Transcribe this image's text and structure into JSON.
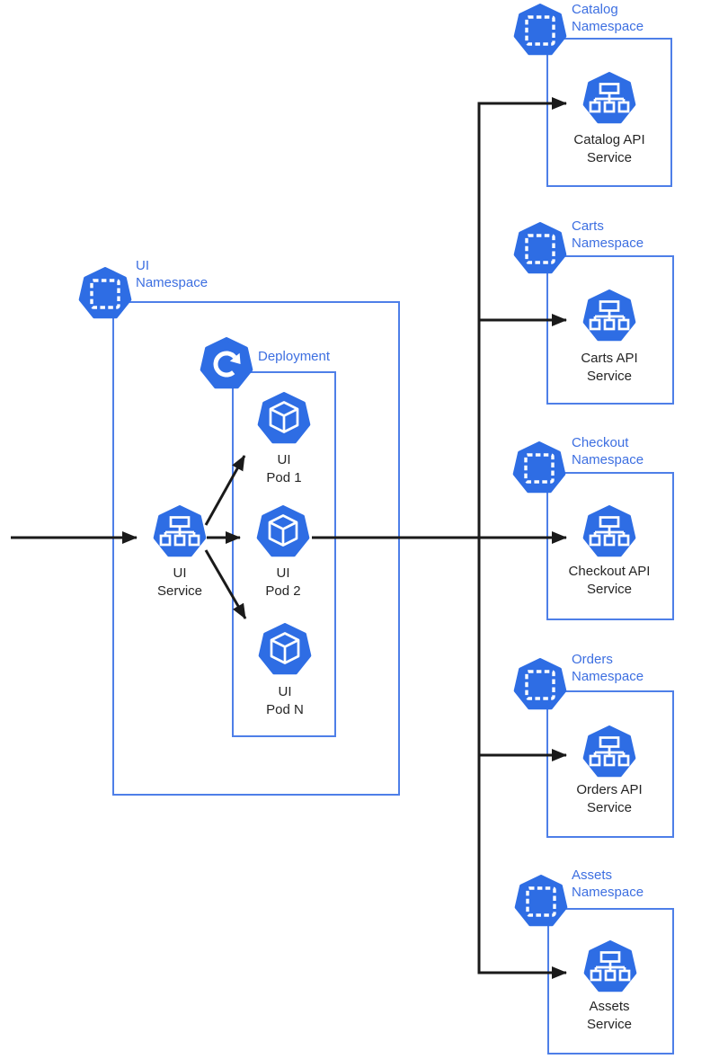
{
  "diagram_title": "Kubernetes microservices namespaces diagram",
  "colors": {
    "kubernetes_blue": "#2e6de4",
    "box_border_blue": "#4e7fe8",
    "label_blue": "#3d6fe1",
    "caption_text": "#252525",
    "arrow_black": "#1a1a1a",
    "background": "#ffffff"
  },
  "icons": {
    "namespace": "heptagon-dashed-square-icon",
    "service": "heptagon-network-tree-icon",
    "pod": "heptagon-cube-icon",
    "deployment": "heptagon-circular-arrow-icon"
  },
  "ui_namespace": {
    "name_line1": "UI",
    "name_line2": "Namespace",
    "deployment": {
      "label": "Deployment"
    },
    "service": {
      "caption_line1": "UI",
      "caption_line2": "Service"
    },
    "pods": [
      {
        "caption_line1": "UI",
        "caption_line2": "Pod 1"
      },
      {
        "caption_line1": "UI",
        "caption_line2": "Pod 2"
      },
      {
        "caption_line1": "UI",
        "caption_line2": "Pod N"
      }
    ]
  },
  "namespaces": [
    {
      "name_line1": "Catalog",
      "name_line2": "Namespace",
      "service_caption_line1": "Catalog API",
      "service_caption_line2": "Service"
    },
    {
      "name_line1": "Carts",
      "name_line2": "Namespace",
      "service_caption_line1": "Carts API",
      "service_caption_line2": "Service"
    },
    {
      "name_line1": "Checkout",
      "name_line2": "Namespace",
      "service_caption_line1": "Checkout API",
      "service_caption_line2": "Service"
    },
    {
      "name_line1": "Orders",
      "name_line2": "Namespace",
      "service_caption_line1": "Orders API",
      "service_caption_line2": "Service"
    },
    {
      "name_line1": "Assets",
      "name_line2": "Namespace",
      "service_caption_line1": "Assets",
      "service_caption_line2": "Service"
    }
  ]
}
